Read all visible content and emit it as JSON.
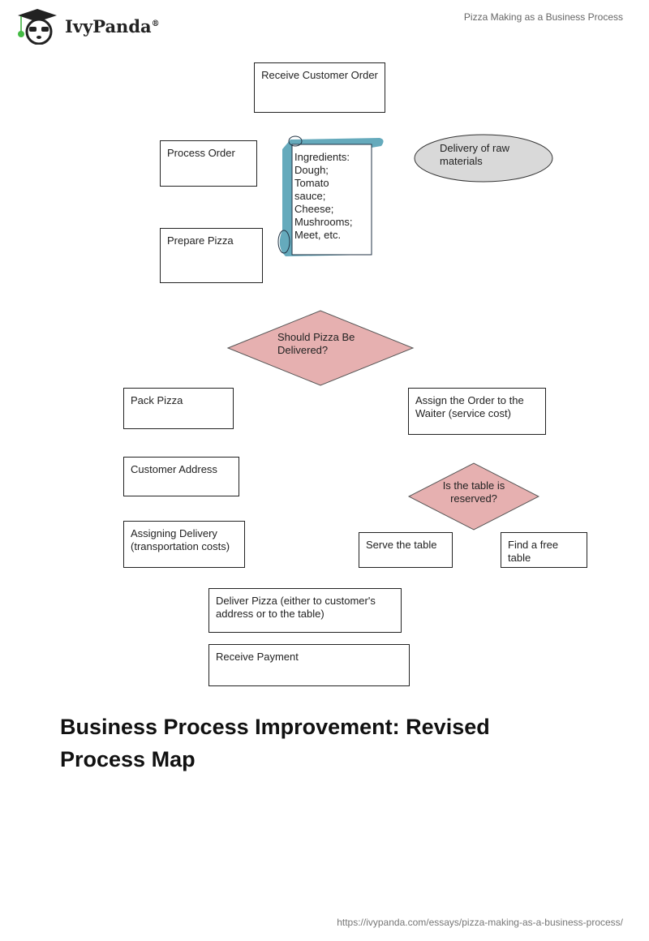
{
  "header": {
    "brand": "IvyPanda",
    "registered": "®",
    "title": "Pizza Making as a Business Process"
  },
  "diagram": {
    "receive_order": "Receive Customer Order",
    "process_order": "Process Order",
    "prepare_pizza": "Prepare Pizza",
    "ingredients": [
      "Ingredients:",
      "Dough;",
      "Tomato",
      "sauce;",
      "Cheese;",
      "Mushrooms;",
      "Meet, etc."
    ],
    "delivery_raw": "Delivery of raw materials",
    "decision_delivered": "Should Pizza Be Delivered?",
    "pack_pizza": "Pack Pizza",
    "assign_waiter": "Assign the Order to the Waiter (service cost)",
    "customer_address": "Customer Address",
    "decision_table": "Is the table is reserved?",
    "assigning_delivery": "Assigning Delivery (transportation costs)",
    "serve_table": "Serve the table",
    "find_table": "Find a free table",
    "deliver_pizza": "Deliver Pizza (either to customer's address or to the table)",
    "receive_payment": "Receive Payment"
  },
  "heading": "Business Process Improvement: Revised Process Map",
  "footer": {
    "url": "https://ivypanda.com/essays/pizza-making-as-a-business-process/"
  }
}
